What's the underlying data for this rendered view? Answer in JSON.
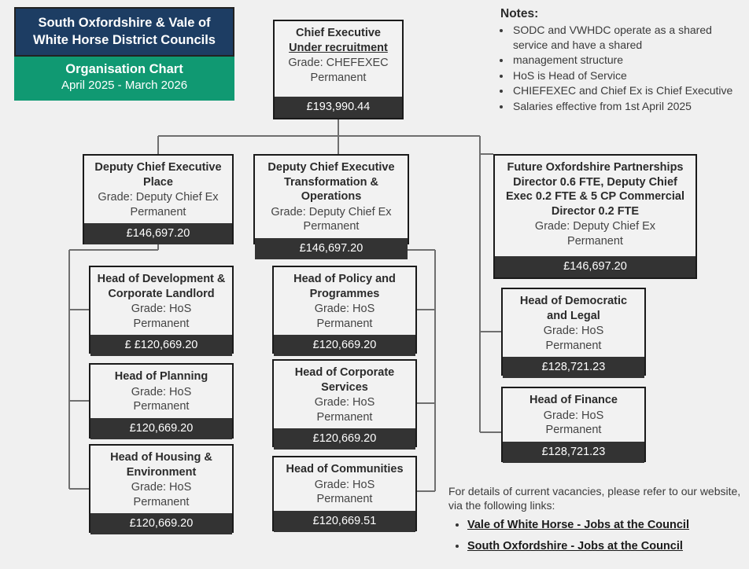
{
  "title_block": {
    "councils": "South Oxfordshire & Vale of White Horse District Councils",
    "chart_label": "Organisation Chart",
    "period": "April 2025 - March 2026",
    "header_color": "#1d3d63",
    "subheader_color": "#109972"
  },
  "notes": {
    "heading": "Notes:",
    "items": [
      "SODC and VWHDC operate as a shared service and have a shared",
      "management structure",
      "HoS is Head of Service",
      "CHIEFEXEC and Chief Ex is Chief Executive",
      "Salaries effective from 1st April 2025"
    ]
  },
  "nodes": {
    "chief_executive": {
      "role_line1": "Chief Executive",
      "role_line2": "Under recruitment",
      "grade": "Grade: CHEFEXEC",
      "contract": "Permanent",
      "salary": "£193,990.44"
    },
    "dce_place": {
      "role_line1": "Deputy Chief Executive",
      "role_line2": "Place",
      "grade": "Grade: Deputy Chief Ex",
      "contract": "Permanent",
      "salary": "£146,697.20"
    },
    "dce_transformation": {
      "role_line1": "Deputy Chief Executive",
      "role_line2": "Transformation & Operations",
      "grade": "Grade: Deputy Chief Ex",
      "contract": "Permanent",
      "salary": "£146,697.20"
    },
    "future_oxfordshire": {
      "role_line1": "Future Oxfordshire Partnerships",
      "role_line2": "Director 0.6 FTE, Deputy Chief",
      "role_line3": "Exec 0.2 FTE & 5 CP Commercial",
      "role_line4": "Director 0.2 FTE",
      "grade": "Grade: Deputy Chief Ex",
      "contract": "Permanent",
      "salary": "£146,697.20"
    },
    "head_development": {
      "role_line1": "Head of Development &",
      "role_line2": "Corporate Landlord",
      "grade": "Grade: HoS",
      "contract": "Permanent",
      "salary": "£ £120,669.20"
    },
    "head_planning": {
      "role_line1": "Head of Planning",
      "grade": "Grade: HoS",
      "contract": "Permanent",
      "salary": "£120,669.20"
    },
    "head_housing": {
      "role_line1": "Head of Housing &",
      "role_line2": "Environment",
      "grade": "Grade: HoS",
      "contract": "Permanent",
      "salary": "£120,669.20"
    },
    "head_policy": {
      "role_line1": "Head of Policy and",
      "role_line2": "Programmes",
      "grade": "Grade: HoS",
      "contract": "Permanent",
      "salary": "£120,669.20"
    },
    "head_corporate": {
      "role_line1": "Head of Corporate",
      "role_line2": "Services",
      "grade": "Grade: HoS",
      "contract": "Permanent",
      "salary": "£120,669.20"
    },
    "head_communities": {
      "role_line1": "Head of Communities",
      "grade": "Grade: HoS",
      "contract": "Permanent",
      "salary": "£120,669.51"
    },
    "head_democratic": {
      "role_line1": "Head of Democratic",
      "role_line2": "and Legal",
      "grade": "Grade: HoS",
      "contract": "Permanent",
      "salary": "£128,721.23"
    },
    "head_finance": {
      "role_line1": "Head of Finance",
      "grade": "Grade: HoS",
      "contract": "Permanent",
      "salary": "£128,721.23"
    }
  },
  "footer": {
    "intro": "For details of current vacancies, please refer to our website, via the following links:",
    "links": [
      "Vale of White Horse - Jobs at the Council",
      "South Oxfordshire - Jobs at the Council"
    ]
  }
}
